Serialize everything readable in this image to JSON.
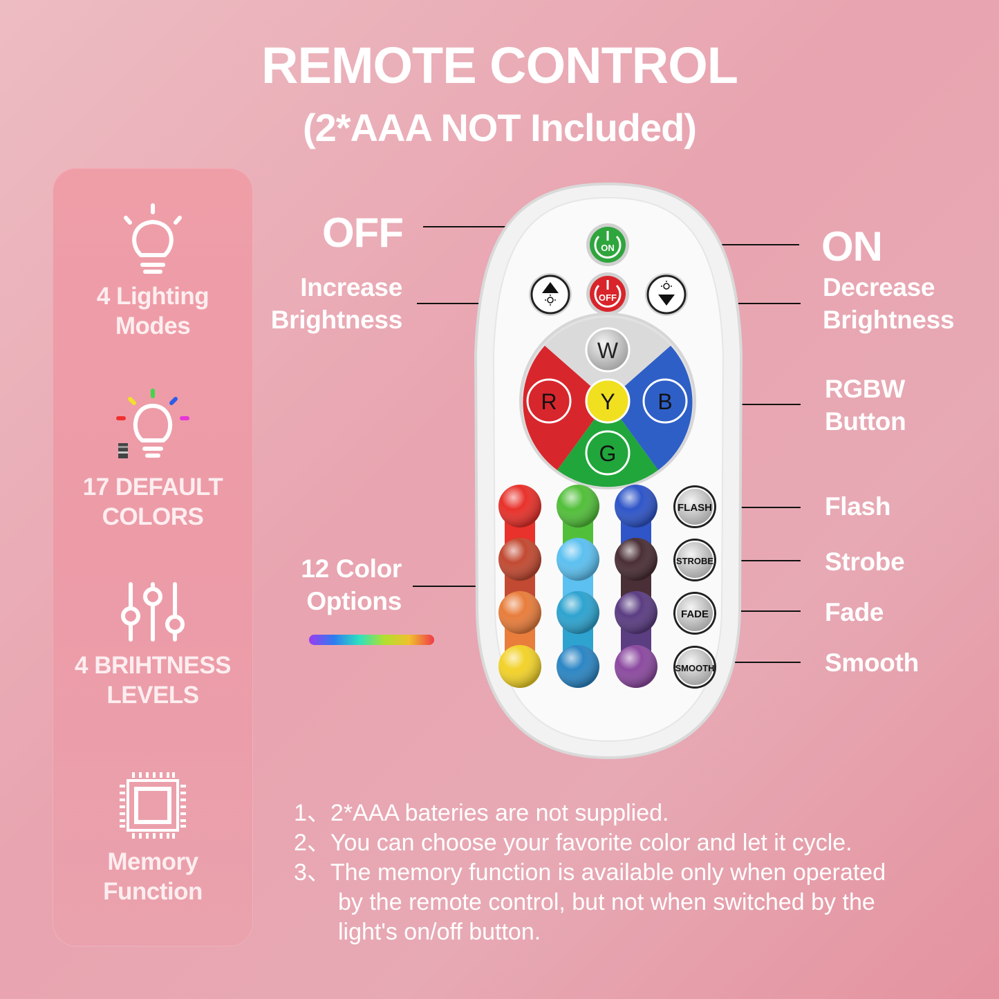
{
  "header": {
    "title": "REMOTE CONTROL",
    "subtitle": "(2*AAA NOT Included)"
  },
  "features": [
    {
      "icon": "lightbulb-icon",
      "line1": "4 Lighting",
      "line2": "Modes"
    },
    {
      "icon": "color-bulb-icon",
      "line1": "17 DEFAULT",
      "line2": "COLORS"
    },
    {
      "icon": "sliders-icon",
      "line1": "4 BRIHTNESS",
      "line2": "LEVELS"
    },
    {
      "icon": "chip-icon",
      "line1": "Memory",
      "line2": "Function"
    }
  ],
  "callouts": {
    "off": "OFF",
    "on": "ON",
    "increase_1": "Increase",
    "increase_2": "Brightness",
    "decrease_1": "Decrease",
    "decrease_2": "Brightness",
    "rgbw_1": "RGBW",
    "rgbw_2": "Button",
    "color_1": "12 Color",
    "color_2": "Options",
    "flash": "Flash",
    "strobe": "Strobe",
    "fade": "Fade",
    "smooth": "Smooth"
  },
  "remote": {
    "on_label": "ON",
    "off_label": "OFF",
    "w": "W",
    "r": "R",
    "y": "Y",
    "b": "B",
    "g": "G",
    "flash": "FLASH",
    "strobe": "STROBE",
    "fade": "FADE",
    "smooth": "SMOOTH",
    "colors": {
      "col1": [
        "#e8322b",
        "#c24a32",
        "#e87d3c",
        "#f2d22a"
      ],
      "col2": [
        "#52bf3a",
        "#5cc0f0",
        "#2ea3cf",
        "#2c86c4"
      ],
      "col3": [
        "#2f55c8",
        "#4a2f36",
        "#5b3d82",
        "#8c4aa0"
      ]
    }
  },
  "notes": [
    "1、2*AAA bateries are not supplied.",
    "2、You can choose your favorite color and let it cycle.",
    "3、The memory function is available only when operated",
    "by the remote control, but not when switched by the",
    "light's on/off button."
  ]
}
